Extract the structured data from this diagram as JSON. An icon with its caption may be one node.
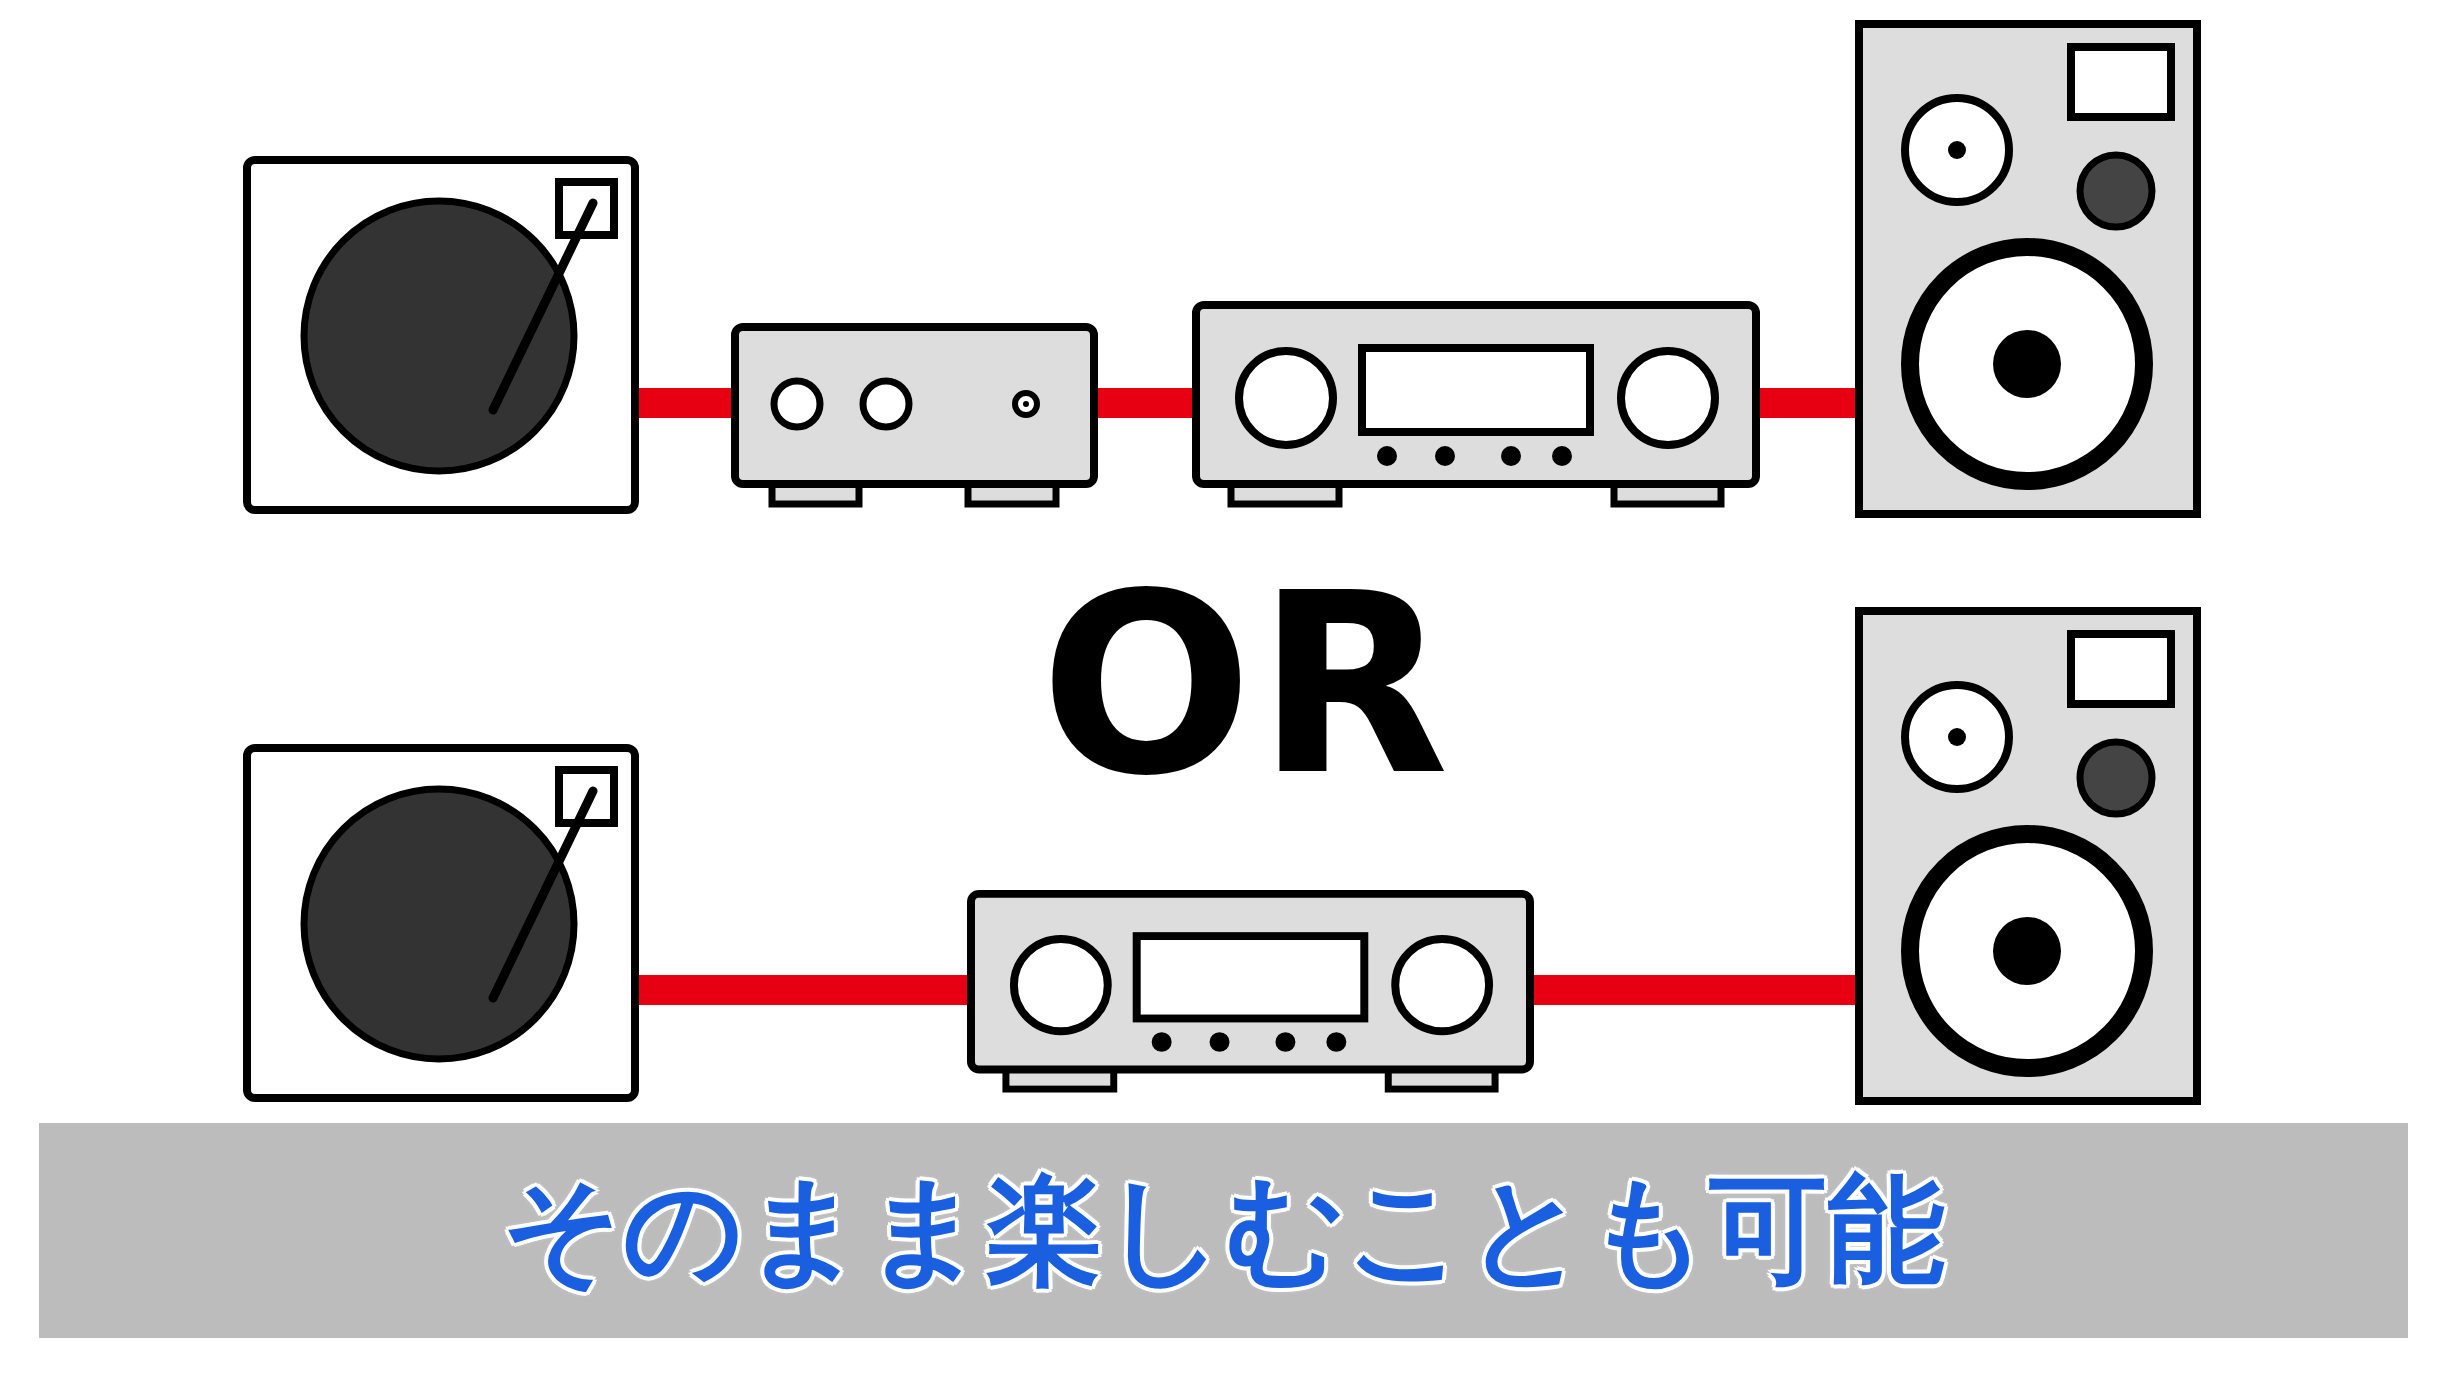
{
  "diagram": {
    "caption": "そのまま楽しむことも可能",
    "nodes": [
      {
        "text": [],
        "shape": "picture"
      },
      {
        "text": [],
        "shape": "picture"
      },
      {
        "text": [],
        "shape": "picture"
      },
      {
        "text": [],
        "shape": "picture"
      },
      {
        "text": [],
        "shape": "picture"
      },
      {
        "text": [],
        "shape": "picture"
      },
      {
        "text": [],
        "shape": "picture"
      }
    ],
    "edges": [
      {
        "from": 0,
        "to": 1,
        "arrow": "none"
      },
      {
        "from": 1,
        "to": 2,
        "arrow": "none"
      },
      {
        "from": 2,
        "to": 3,
        "arrow": "none"
      },
      {
        "from": 4,
        "to": 5,
        "arrow": "none"
      },
      {
        "from": 5,
        "to": 6,
        "arrow": "none"
      }
    ],
    "labels": [
      "OR"
    ]
  }
}
